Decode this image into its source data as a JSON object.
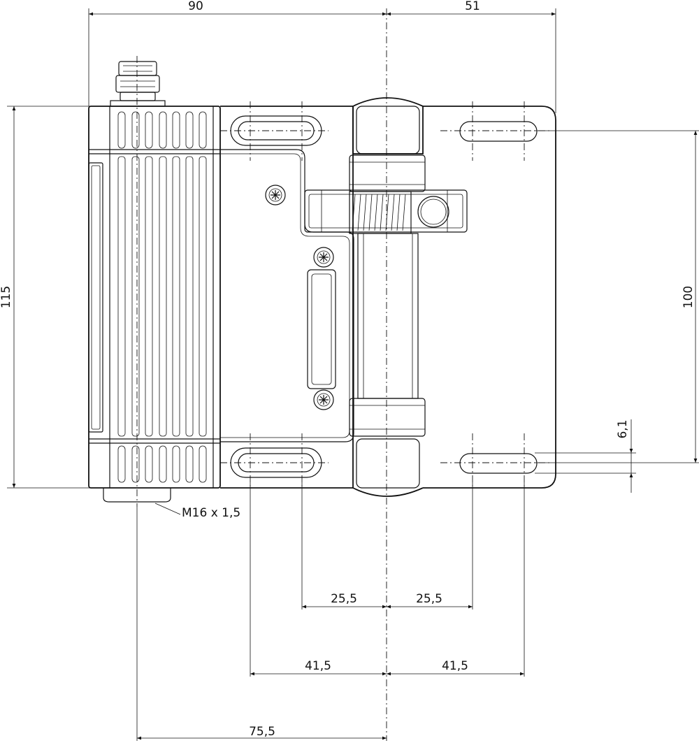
{
  "drawing": {
    "dimensions": {
      "top_left_width": "90",
      "top_right_width": "51",
      "left_height": "115",
      "right_height": "100",
      "slot_offset": "6,1",
      "inner_left_spacing": "25,5",
      "inner_right_spacing": "25,5",
      "outer_left_spacing": "41,5",
      "outer_right_spacing": "41,5",
      "connector_offset": "75,5"
    },
    "labels": {
      "thread": "M16 x 1,5"
    },
    "colors": {
      "line": "#111111",
      "background": "#ffffff"
    }
  }
}
